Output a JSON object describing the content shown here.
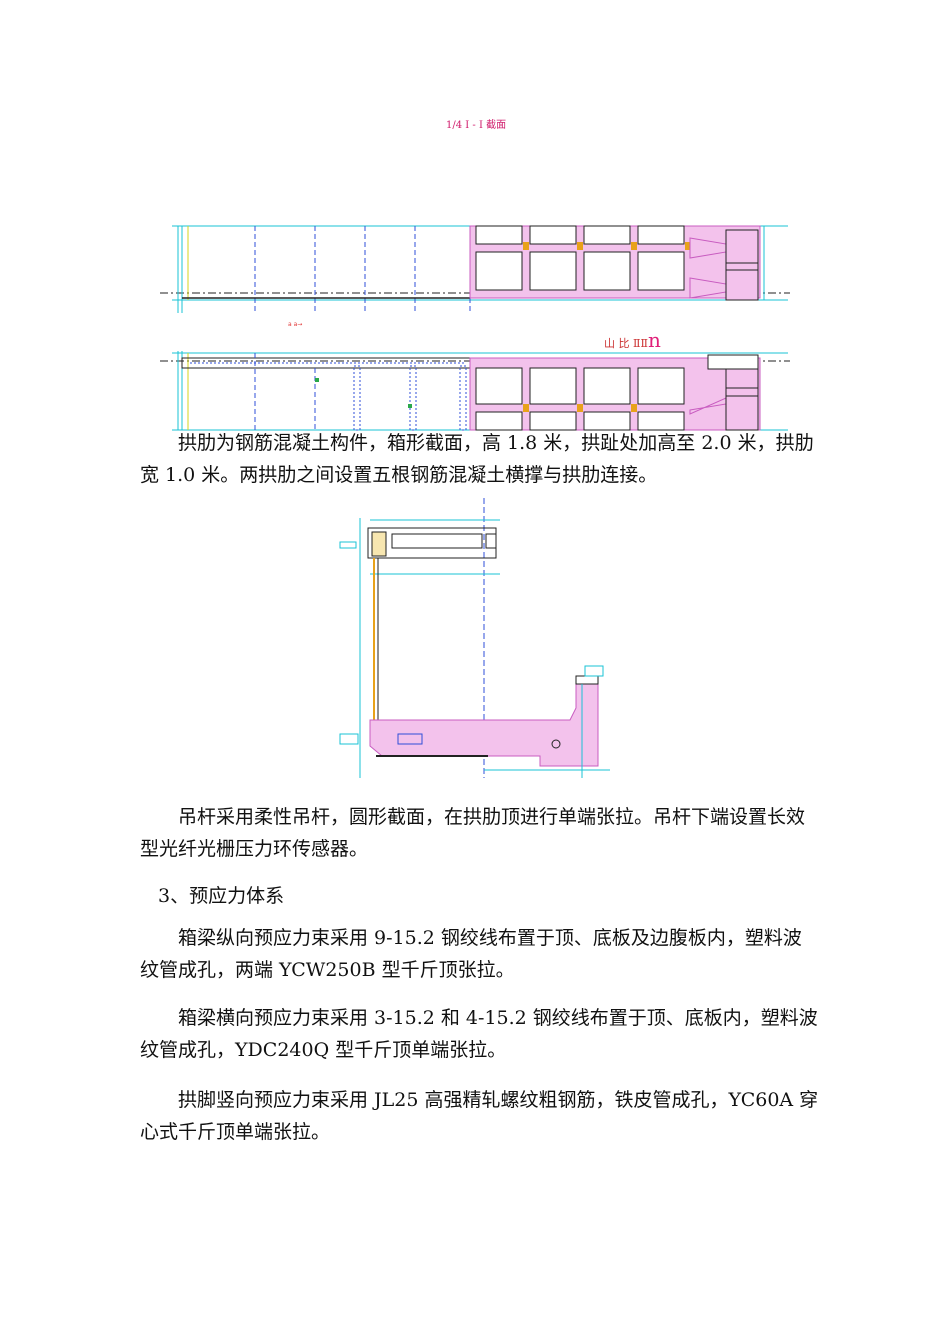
{
  "figure1": {
    "caption": "1/4 I - I 截面",
    "mid_label": "a a→",
    "side_label": "山 比 ⅡⅡ",
    "side_label_big": "n"
  },
  "paragraphs": {
    "p1_line1": "拱肋为钢筋混凝土构件，箱形截面，高 1.8 米，拱趾处加高至 2.0 米，拱肋",
    "p1_line2": "宽 1.0 米。两拱肋之间设置五根钢筋混凝土横撑与拱肋连接。",
    "p2": "吊杆采用柔性吊杆，圆形截面，在拱肋顶进行单端张拉。吊杆下端设置长效型光纤光栅压力环传感器。",
    "section_heading": "3、预应力体系",
    "p3": "箱梁纵向预应力束采用 9-15.2 钢绞线布置于顶、底板及边腹板内，塑料波纹管成孔，两端 YCW250B 型千斤顶张拉。",
    "p4": "箱梁横向预应力束采用 3-15.2 和 4-15.2 钢绞线布置于顶、底板内，塑料波纹管成孔，YDC240Q 型千斤顶单端张拉。",
    "p5": "拱脚竖向预应力束采用 JL25 高强精轧螺纹粗钢筋，铁皮管成孔，YC60A 穿心式千斤顶单端张拉。"
  },
  "colors": {
    "cyan": "#19c3d6",
    "blue": "#2f4fd8",
    "magenta_fill": "#f3c2ec",
    "magenta_line": "#c85cc0",
    "orange": "#e8a21a",
    "yellow": "#d6d61c",
    "green": "#2aa84a",
    "dark": "#222222"
  }
}
